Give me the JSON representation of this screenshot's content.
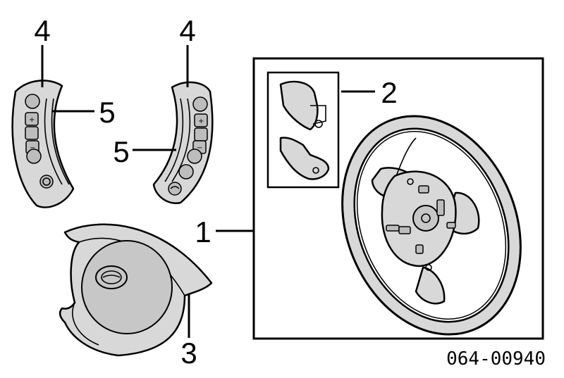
{
  "callouts": {
    "c1": "1",
    "c2": "2",
    "c3": "3",
    "c4_left": "4",
    "c4_right": "4",
    "c5_upper": "5",
    "c5_lower": "5"
  },
  "part_number": "064-00940",
  "button_glyphs": {
    "plus": "+",
    "minus": "−"
  }
}
